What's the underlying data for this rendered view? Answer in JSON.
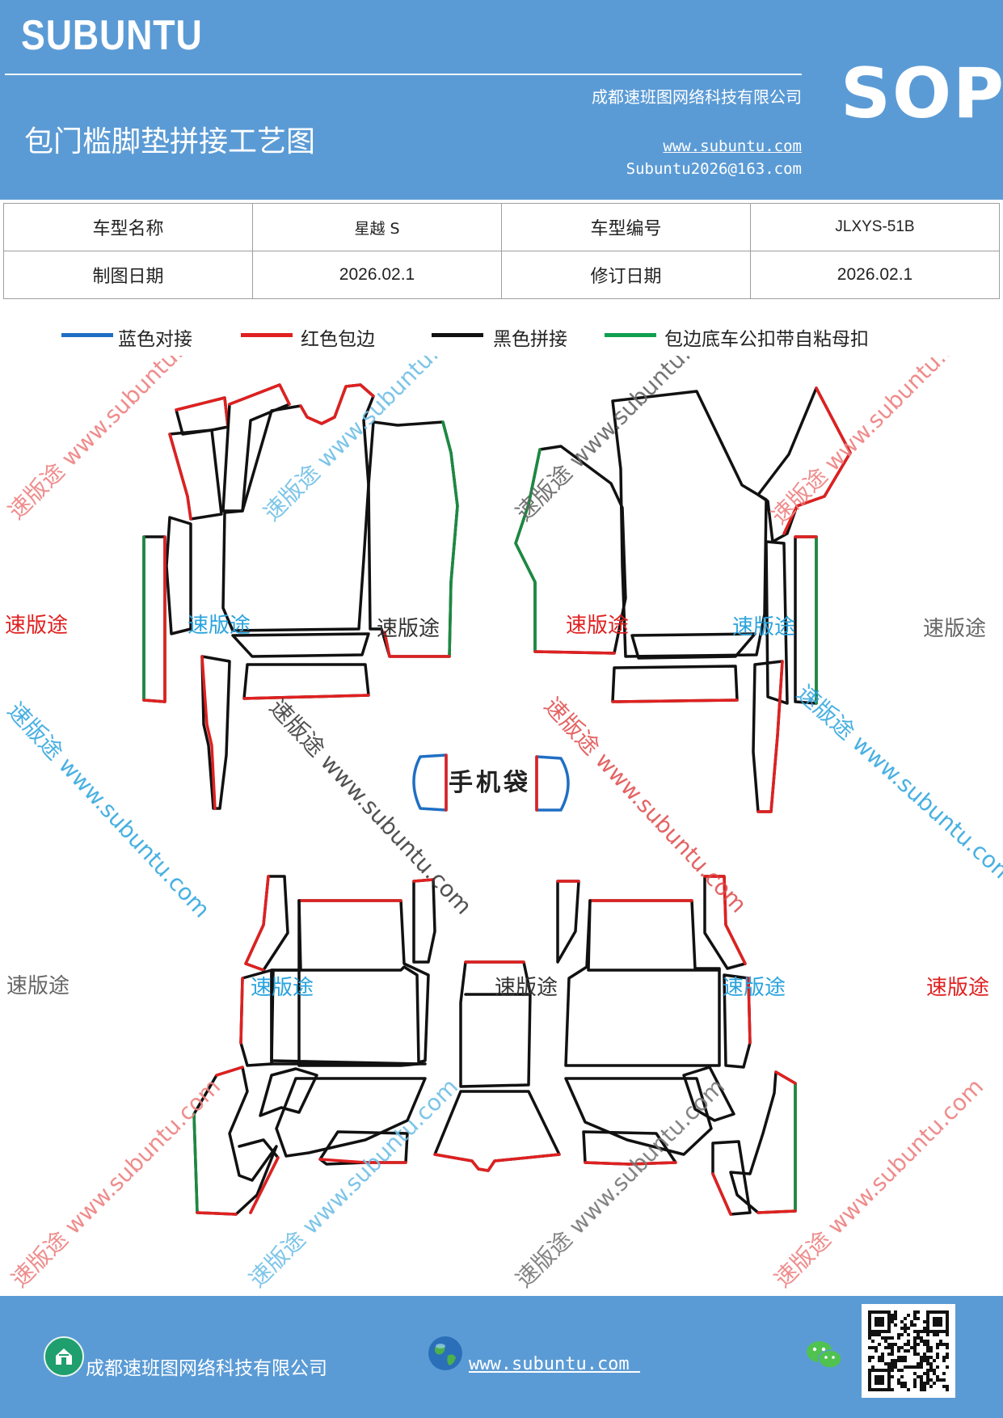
{
  "header": {
    "brand": "SUBUNTU",
    "company": "成都速班图网络科技有限公司",
    "title": "包门槛脚垫拼接工艺图",
    "url": "www.subuntu.com",
    "email": "Subuntu2026@163.com",
    "doc_type": "SOP"
  },
  "info_table": {
    "model_name_label": "车型名称",
    "model_name": "星越 S",
    "model_code_label": "车型编号",
    "model_code": "JLXYS-51B",
    "draw_date_label": "制图日期",
    "draw_date": "2026.02.1",
    "revise_date_label": "修订日期",
    "revise_date": "2026.02.1"
  },
  "legend": [
    {
      "label": "蓝色对接",
      "color": "#1f6fc4"
    },
    {
      "label": "红色包边",
      "color": "#e02020"
    },
    {
      "label": "黑色拼接",
      "color": "#111111"
    },
    {
      "label": "包边底车公扣带自粘母扣",
      "color": "#10a050"
    }
  ],
  "colors": {
    "header_bg": "#5b9bd5",
    "blue_edge": "#1f6fc4",
    "red_edge": "#e02020",
    "black_seam": "#111111",
    "green_edge": "#1a8a40"
  },
  "drawing": {
    "phone_pocket_label": "手机袋"
  },
  "watermarks": {
    "brand_cn": "速版途",
    "diag_text": "速版途 www.subuntu.com"
  },
  "footer": {
    "company": "成都速班图网络科技有限公司",
    "url": "www.subuntu.com ",
    "home_icon": "home-icon",
    "globe_icon": "globe-icon",
    "wechat_icon": "wechat-icon"
  }
}
